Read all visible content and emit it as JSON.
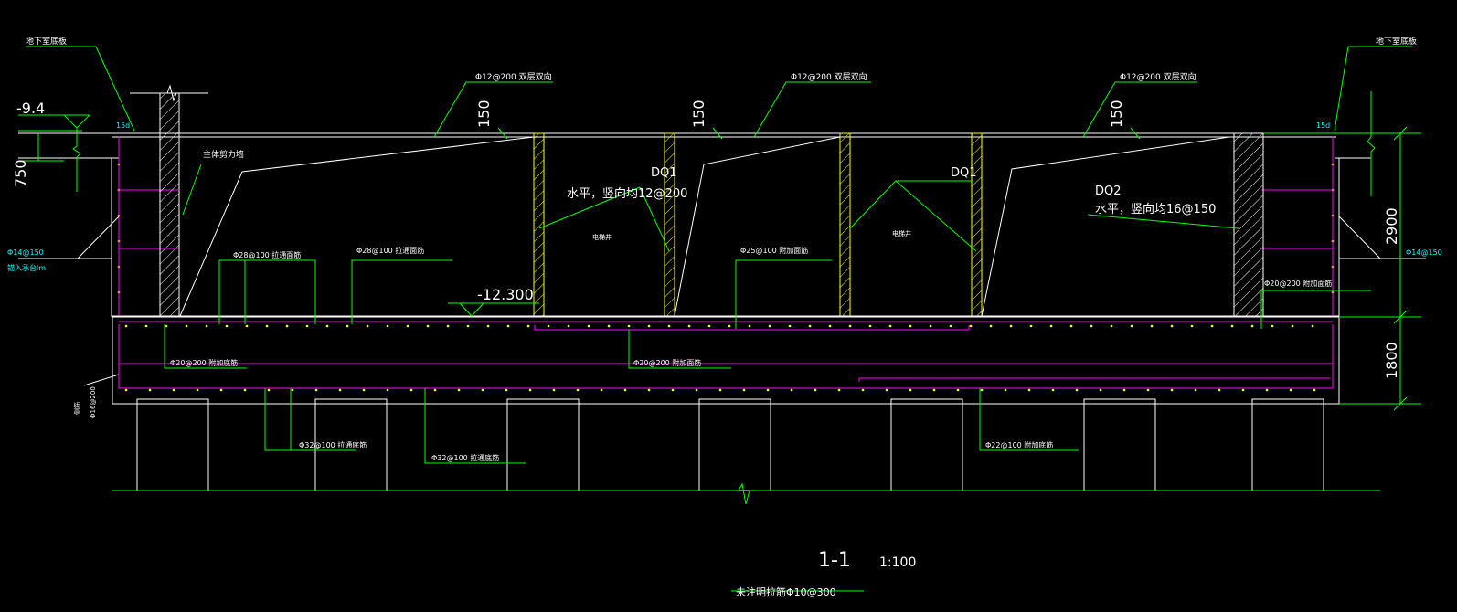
{
  "drawing": {
    "section_title": "1-1",
    "scale": "1:100",
    "note": "未注明拉筋Φ10@300",
    "labels": {
      "basement_slab_left": "地下室底板",
      "basement_slab_right": "地下室底板",
      "main_shear_wall": "主体剪力墙",
      "rebar_top_1": "Φ12@200 双层双向",
      "rebar_top_2": "Φ12@200 双层双向",
      "rebar_top_3": "Φ12@200 双层双向",
      "dq1_a": "DQ1",
      "dq1_a_spec": "水平，竖向均12@200",
      "dq1_b": "DQ1",
      "dq2": "DQ2",
      "dq2_spec": "水平，竖向均16@150",
      "elevator_pit_1": "电梯井",
      "elevator_pit_2": "电梯井",
      "rebar_28_a": "Φ28@100 拉通面筋",
      "rebar_28_b": "Φ28@100 拉通面筋",
      "rebar_25": "Φ25@100 附加面筋",
      "rebar_20_right": "Φ20@200 附加面筋",
      "rebar_20_left": "Φ20@200 附加底筋",
      "rebar_20_mid": "Φ20@200 附加面筋",
      "rebar_32_a": "Φ32@100 拉通底筋",
      "rebar_32_b": "Φ32@100 拉通底筋",
      "rebar_22": "Φ22@100 附加底筋",
      "left_wall_rebar": "Φ14@150",
      "left_wall_anchor": "锚入承台lm",
      "right_wall_rebar": "Φ14@150",
      "side_rebar": "侧筋",
      "side_rebar_spec": "Φ16@200",
      "lap_left": "15d",
      "lap_right": "15d"
    },
    "elevations": {
      "top_left": "-9.4",
      "pit": "-12.300"
    },
    "dimensions": {
      "d750": "750",
      "d150_a": "150",
      "d150_b": "150",
      "d150_c": "150",
      "d2900": "2900",
      "d1800": "1800"
    },
    "colors": {
      "background": "#000000",
      "outline": "#ffffff",
      "leader": "#00ff00",
      "rebar": "#ff00ff",
      "hatch": "#ffff00",
      "cyan": "#00ffff"
    }
  }
}
